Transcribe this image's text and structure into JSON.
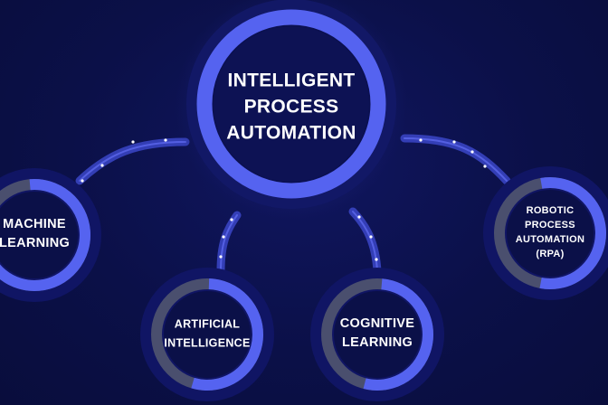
{
  "diagram": {
    "center": {
      "label": "INTELLIGENT\nPROCESS\nAUTOMATION"
    },
    "nodes": [
      {
        "id": "ml",
        "label": "MACHINE\nLEARNING"
      },
      {
        "id": "ai",
        "label": "ARTIFICIAL\nINTELLIGENCE"
      },
      {
        "id": "cl",
        "label": "COGNITIVE\nLEARNING"
      },
      {
        "id": "rpa",
        "label": "ROBOTIC\nPROCESS\nAUTOMATION\n(RPA)"
      }
    ]
  },
  "colors": {
    "background": "#0b1048",
    "accent_blue": "#5563f0",
    "ring_gray": "#4a4f6e",
    "text": "#ffffff"
  }
}
